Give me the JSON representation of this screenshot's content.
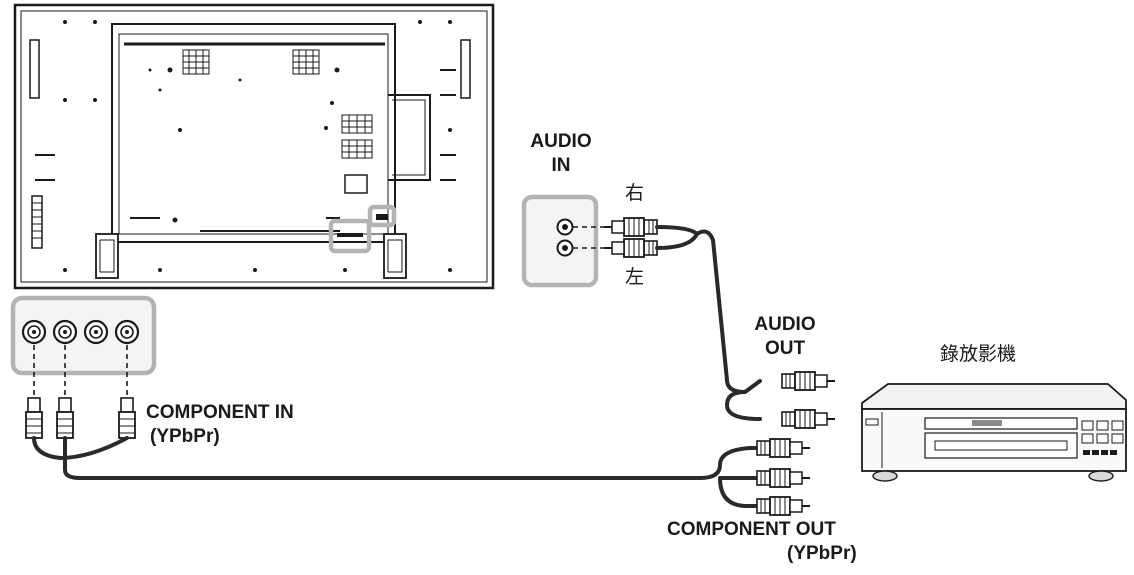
{
  "labels": {
    "audio_in": [
      "AUDIO",
      "IN"
    ],
    "audio_right": "右",
    "audio_left": "左",
    "audio_out": [
      "AUDIO",
      "OUT"
    ],
    "vcr": "錄放影機",
    "component_in": [
      "COMPONENT IN",
      "(YPbPr)"
    ],
    "component_out": [
      "COMPONENT OUT",
      "(YPbPr)"
    ]
  },
  "colors": {
    "line": "#1a1a1a",
    "highlight": "#b3b3b3",
    "panel": "#f4f4f4",
    "cable": "#2a2a2a"
  },
  "icons": [
    "display-rear-panel",
    "vcr-device",
    "rca-plug",
    "bnc-plug"
  ]
}
